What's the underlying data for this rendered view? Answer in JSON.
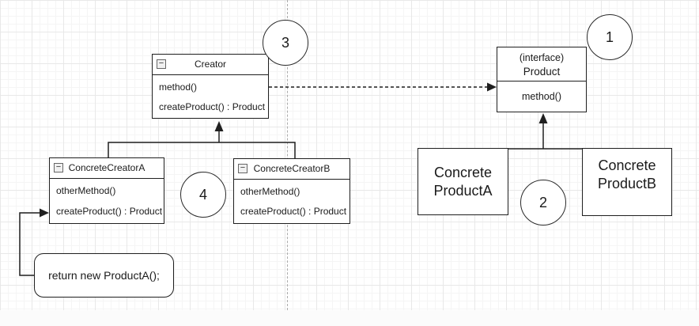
{
  "diagram": {
    "colors": {
      "stroke": "#1f1f1f",
      "shape_fill": "#ffffff",
      "grid_minor": "#f5f5f5",
      "grid_major": "#e8e8e8",
      "page_divider": "#ababab"
    },
    "icons": {
      "collapse": "−"
    },
    "creator": {
      "title": "Creator",
      "method1": "method()",
      "method2": "createProduct() : Product"
    },
    "concrete_creator_a": {
      "title": "ConcreteCreatorA",
      "method1": "otherMethod()",
      "method2": "createProduct() : Product"
    },
    "concrete_creator_b": {
      "title": "ConcreteCreatorB",
      "method1": "otherMethod()",
      "method2": "createProduct() : Product"
    },
    "product_interface": {
      "stereotype": "(interface)",
      "title": "Product",
      "method1": "method()"
    },
    "concrete_product_a": {
      "line1": "Concrete",
      "line2": "ProductA"
    },
    "concrete_product_b": {
      "line1": "Concrete",
      "line2": "ProductB"
    },
    "note": {
      "text": "return new ProductA();"
    },
    "markers": {
      "m1": "1",
      "m2": "2",
      "m3": "3",
      "m4": "4"
    }
  }
}
